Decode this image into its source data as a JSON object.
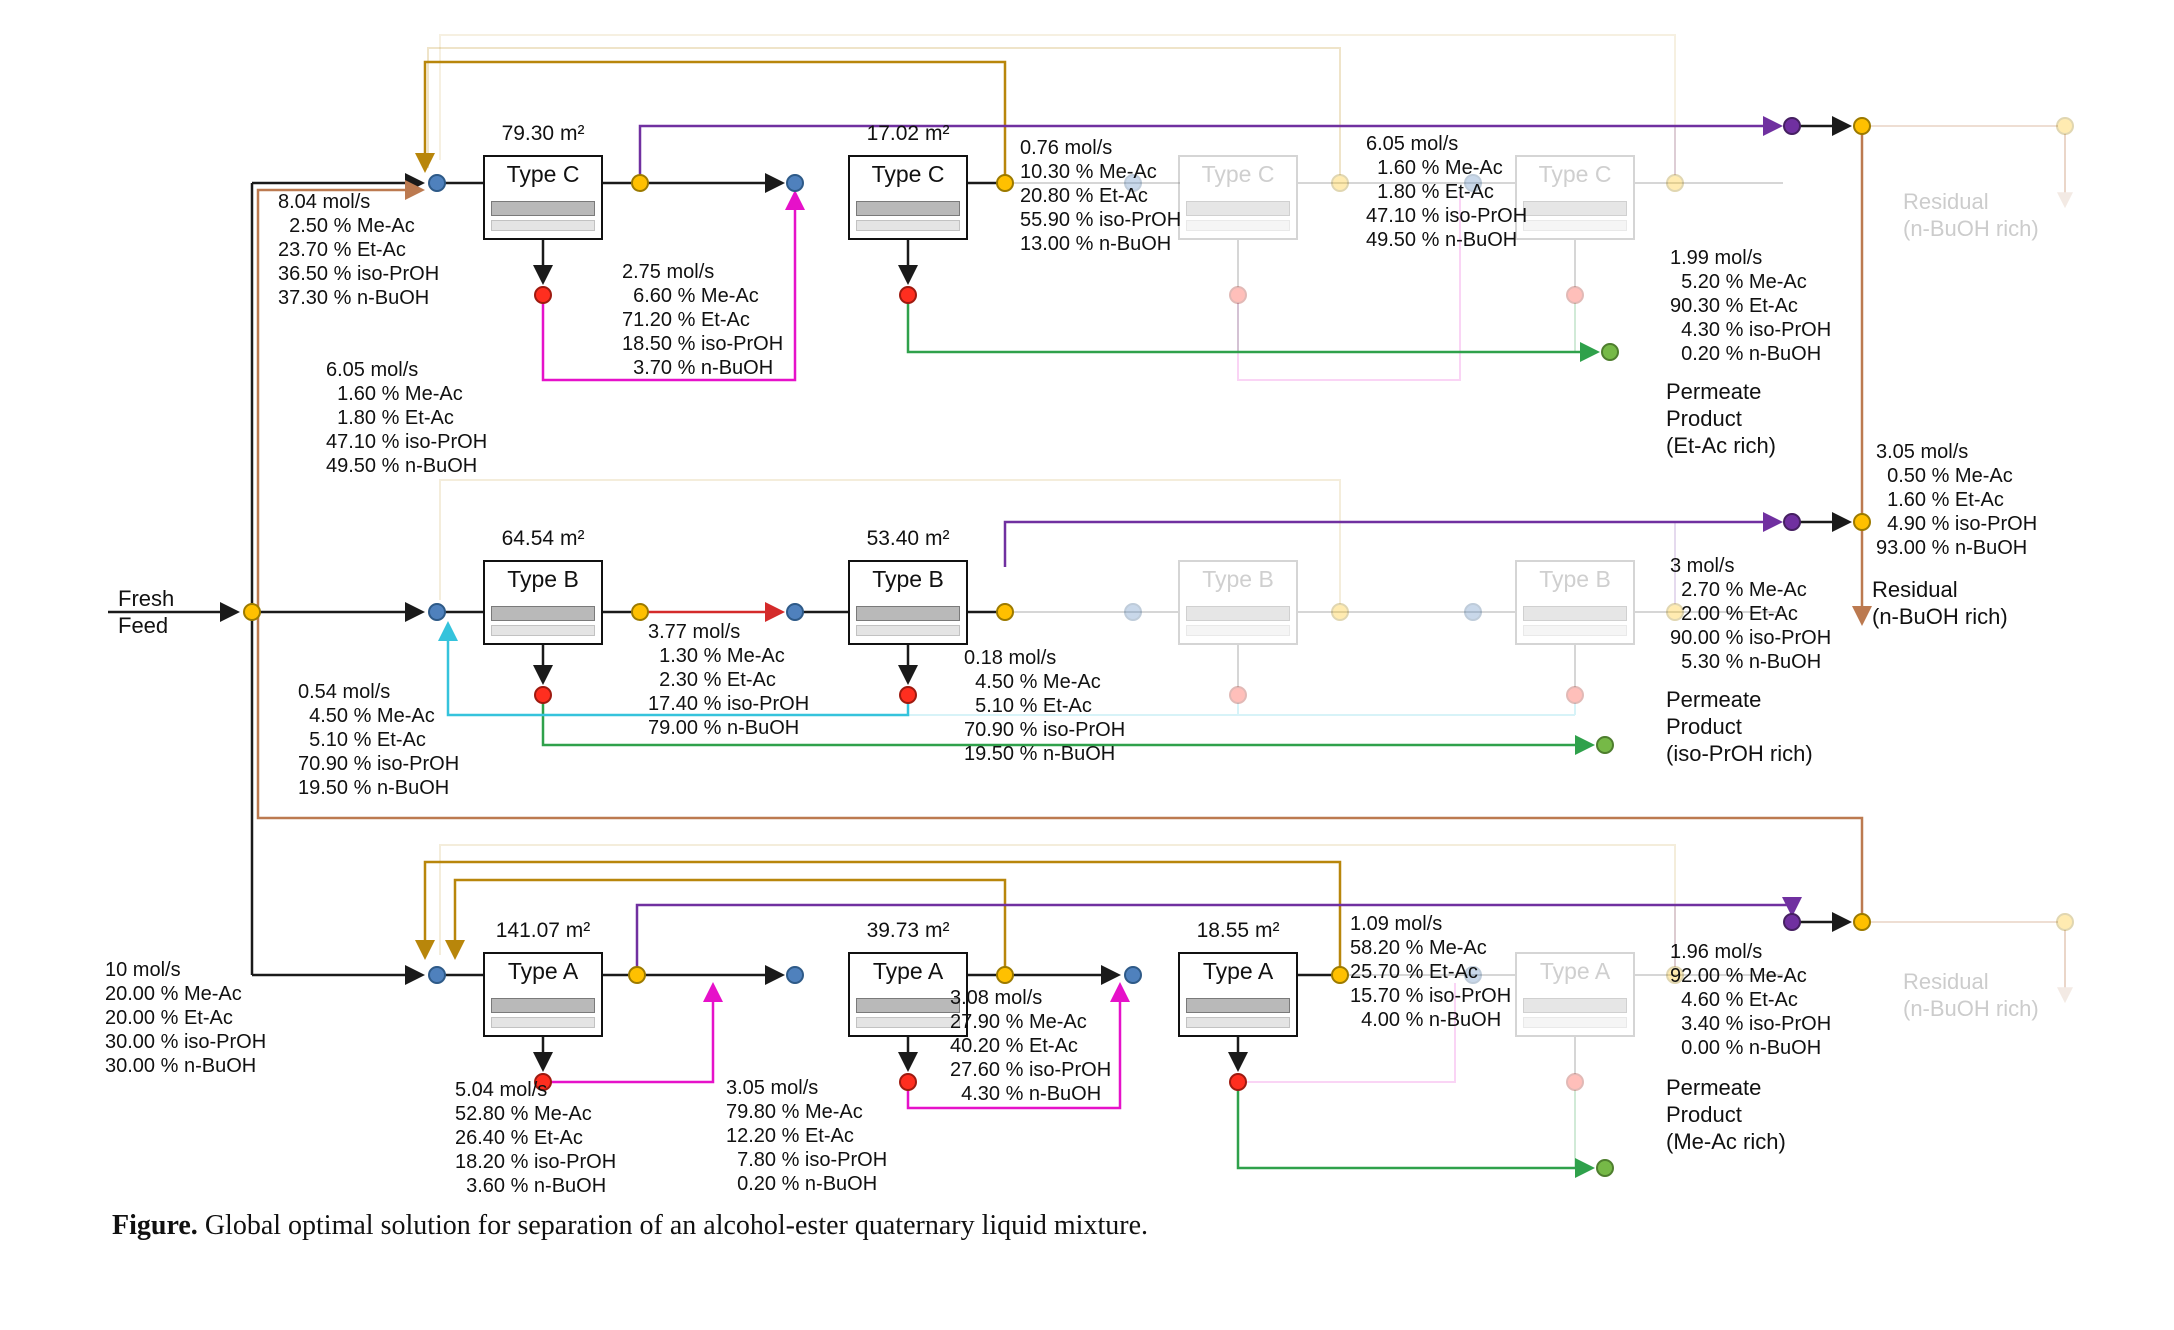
{
  "figure": {
    "caption_bold": "Figure.",
    "caption_text": " Global optimal solution for separation of an alcohol-ester quaternary liquid mixture."
  },
  "units": {
    "c1": {
      "label": "Type C",
      "area": "79.30 m²"
    },
    "c2": {
      "label": "Type C",
      "area": "17.02 m²"
    },
    "c3": {
      "label": "Type C"
    },
    "c4": {
      "label": "Type C"
    },
    "b1": {
      "label": "Type B",
      "area": "64.54 m²"
    },
    "b2": {
      "label": "Type B",
      "area": "53.40 m²"
    },
    "b3": {
      "label": "Type B"
    },
    "b4": {
      "label": "Type B"
    },
    "a1": {
      "label": "Type A",
      "area": "141.07 m²"
    },
    "a2": {
      "label": "Type A",
      "area": "39.73 m²"
    },
    "a3": {
      "label": "Type A",
      "area": "18.55 m²"
    },
    "a4": {
      "label": "Type A"
    }
  },
  "labels": {
    "fresh_feed": "Fresh\nFeed",
    "permeate_etac": "Permeate\nProduct\n(Et-Ac rich)",
    "permeate_iproh": "Permeate\nProduct\n(iso-PrOH rich)",
    "permeate_meac": "Permeate\nProduct\n(Me-Ac rich)",
    "residual_main": "Residual\n(n-BuOH rich)",
    "residual_ghost_top": "Residual\n(n-BuOH rich)",
    "residual_ghost_bottom": "Residual\n(n-BuOH rich)"
  },
  "streams": {
    "c_feed": "8.04 mol/s\n  2.50 % Me-Ac\n23.70 % Et-Ac\n36.50 % iso-PrOH\n37.30 % n-BuOH",
    "c1_permeate": "2.75 mol/s\n  6.60 % Me-Ac\n71.20 % Et-Ac\n18.50 % iso-PrOH\n  3.70 % n-BuOH",
    "c2_retentate": "0.76 mol/s\n10.30 % Me-Ac\n20.80 % Et-Ac\n55.90 % iso-PrOH\n13.00 % n-BuOH",
    "c_ghost_out": "6.05 mol/s\n  1.60 % Me-Ac\n  1.80 % Et-Ac\n47.10 % iso-PrOH\n49.50 % n-BuOH",
    "c_recycle_in": "6.05 mol/s\n  1.60 % Me-Ac\n  1.80 % Et-Ac\n47.10 % iso-PrOH\n49.50 % n-BuOH",
    "etac_product": "1.99 mol/s\n  5.20 % Me-Ac\n90.30 % Et-Ac\n  4.30 % iso-PrOH\n  0.20 % n-BuOH",
    "b_inter": "3.77 mol/s\n  1.30 % Me-Ac\n  2.30 % Et-Ac\n17.40 % iso-PrOH\n79.00 % n-BuOH",
    "b2_permeate": "0.18 mol/s\n  4.50 % Me-Ac\n  5.10 % Et-Ac\n70.90 % iso-PrOH\n19.50 % n-BuOH",
    "b_recycle": "0.54 mol/s\n  4.50 % Me-Ac\n  5.10 % Et-Ac\n70.90 % iso-PrOH\n19.50 % n-BuOH",
    "iproh_product": "3 mol/s\n  2.70 % Me-Ac\n  2.00 % Et-Ac\n90.00 % iso-PrOH\n  5.30 % n-BuOH",
    "residual": "3.05 mol/s\n  0.50 % Me-Ac\n  1.60 % Et-Ac\n  4.90 % iso-PrOH\n93.00 % n-BuOH",
    "feed": "10 mol/s\n20.00 % Me-Ac\n20.00 % Et-Ac\n30.00 % iso-PrOH\n30.00 % n-BuOH",
    "a1_permeate": "5.04 mol/s\n52.80 % Me-Ac\n26.40 % Et-Ac\n18.20 % iso-PrOH\n  3.60 % n-BuOH",
    "a2_permeate": "3.05 mol/s\n79.80 % Me-Ac\n12.20 % Et-Ac\n  7.80 % iso-PrOH\n  0.20 % n-BuOH",
    "a2_retentate": "3.08 mol/s\n27.90 % Me-Ac\n40.20 % Et-Ac\n27.60 % iso-PrOH\n  4.30 % n-BuOH",
    "a3_retentate": "1.09 mol/s\n58.20 % Me-Ac\n25.70 % Et-Ac\n15.70 % iso-PrOH\n  4.00 % n-BuOH",
    "meac_product": "1.96 mol/s\n92.00 % Me-Ac\n  4.60 % Et-Ac\n  3.40 % iso-PrOH\n  0.00 % n-BuOH"
  },
  "colors": {
    "stream_black": "#1a1a1a",
    "recycle_gold": "#B8860B",
    "bypass_purple": "#7030A0",
    "permeate_magenta": "#E611C9",
    "product_green": "#2FA14B",
    "recycle_cyan": "#35C3DC",
    "interstage_red": "#D42A2A",
    "residual_brown": "#BC7A50",
    "node_blue": "#4F81BD",
    "node_yellow": "#FFC000",
    "node_red": "#FF2E1F",
    "node_green": "#76B947",
    "node_purple": "#7030A0"
  }
}
